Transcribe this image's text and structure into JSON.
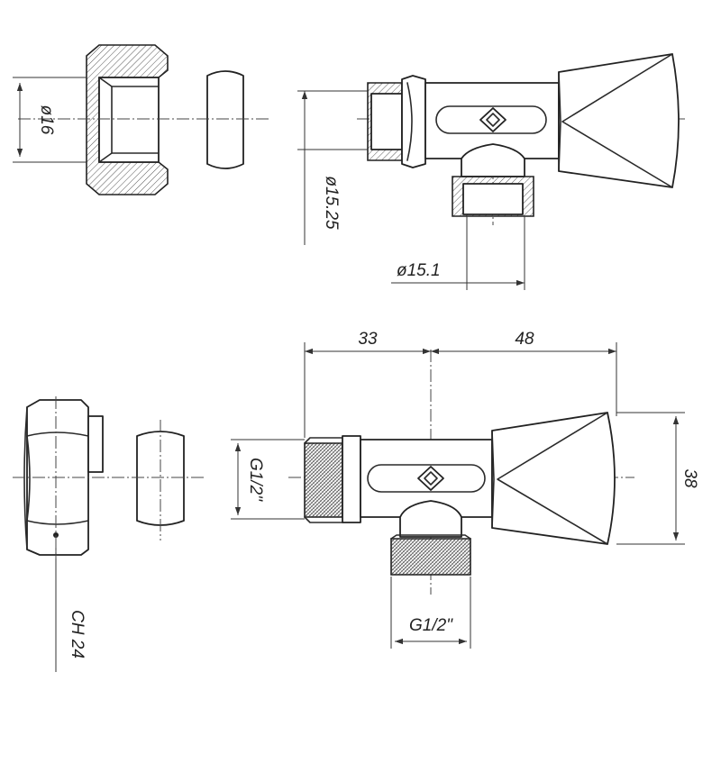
{
  "labels": {
    "d16": "ø16",
    "d15_25": "ø15.25",
    "d15_1": "ø15.1",
    "dim33": "33",
    "dim48": "48",
    "dim38": "38",
    "g_left": "G1/2\"",
    "g_bottom": "G1/2\"",
    "ch24": "CH  24"
  }
}
